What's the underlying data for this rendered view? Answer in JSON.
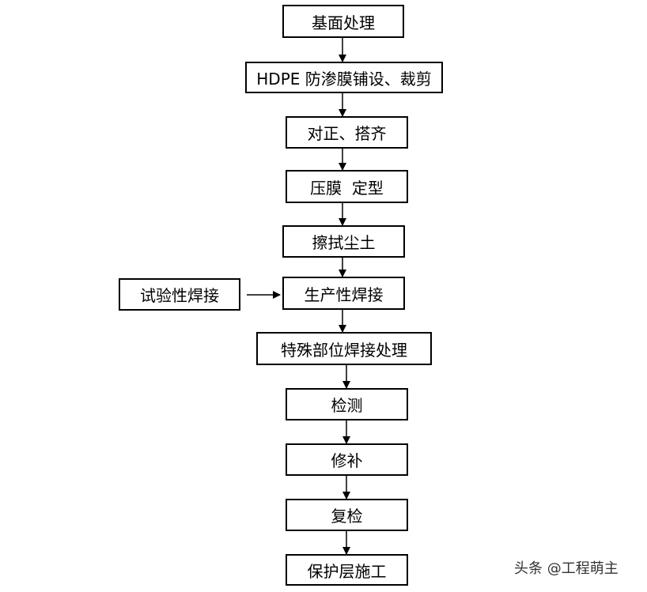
{
  "steps": [
    "基面处理",
    "HDPE 防渗膜铺设、裁剪",
    "对正、搭齐",
    "压膜  定型",
    "擦拭尘土",
    "生产性焊接",
    "特殊部位焊接处理",
    "检测",
    "修补",
    "复检",
    "保护层施工"
  ],
  "side_step": "试验性焊接",
  "watermark": "头条 @工程萌主"
}
